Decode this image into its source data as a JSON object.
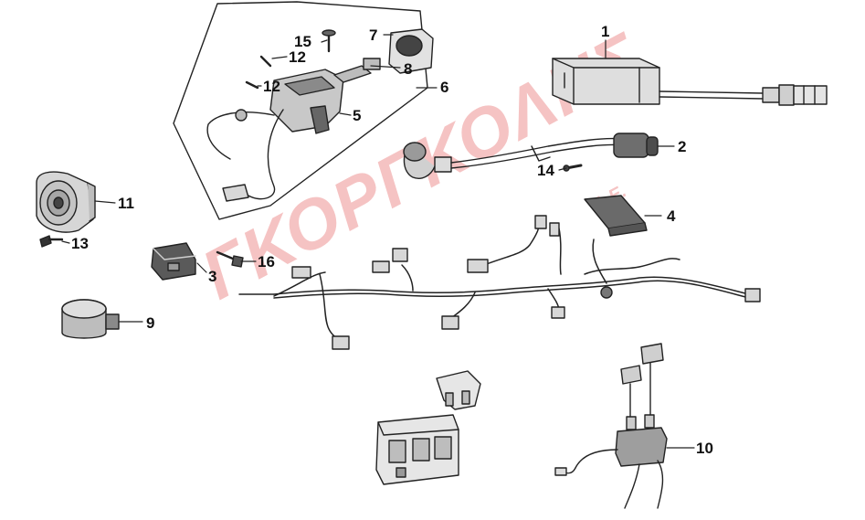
{
  "watermark": {
    "text": "ΓΚΟΡΓΚΟΛΗΣ",
    "suffix": "Α.Ε."
  },
  "colors": {
    "watermark": "#f4b9b9",
    "line": "#222222",
    "part_fill": "#d9d9d9"
  },
  "callouts": [
    {
      "id": "p1",
      "label": "1"
    },
    {
      "id": "p2",
      "label": "2"
    },
    {
      "id": "p3",
      "label": "3"
    },
    {
      "id": "p4",
      "label": "4"
    },
    {
      "id": "p5",
      "label": "5"
    },
    {
      "id": "p6",
      "label": "6"
    },
    {
      "id": "p7",
      "label": "7"
    },
    {
      "id": "p8",
      "label": "8"
    },
    {
      "id": "p9",
      "label": "9"
    },
    {
      "id": "p10",
      "label": "10"
    },
    {
      "id": "p11",
      "label": "11"
    },
    {
      "id": "p12a",
      "label": "12"
    },
    {
      "id": "p12b",
      "label": "12"
    },
    {
      "id": "p13",
      "label": "13"
    },
    {
      "id": "p14",
      "label": "14"
    },
    {
      "id": "p15",
      "label": "15"
    },
    {
      "id": "p16",
      "label": "16"
    }
  ]
}
